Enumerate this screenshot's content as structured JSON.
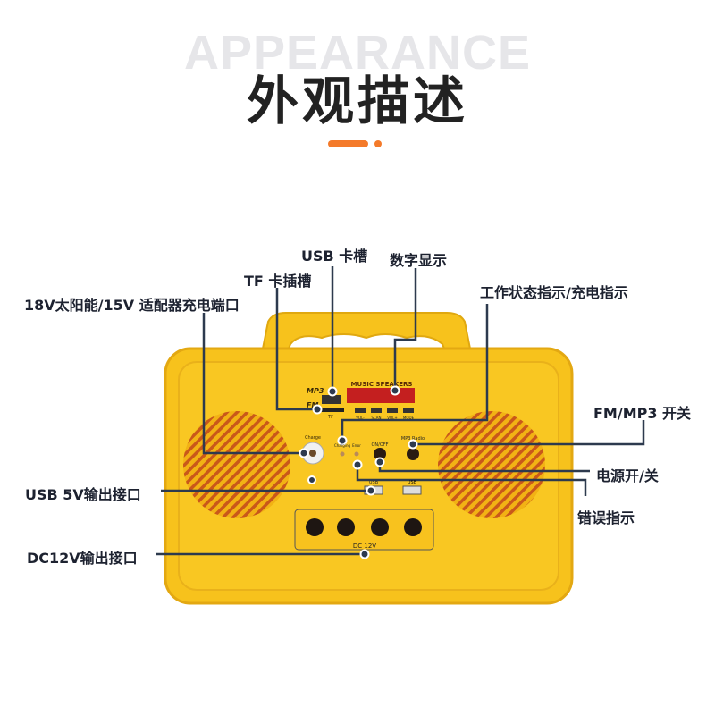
{
  "header": {
    "background_word": "APPEARANCE",
    "title": "外观描述"
  },
  "colors": {
    "accent": "#f47a2a",
    "body": "#f7c21c",
    "callout": "#2d3a4e"
  },
  "device": {
    "panel_text": "MUSIC SPEAKERS",
    "mp3_label": "MP3",
    "fm_label": "FM",
    "tf_label": "TF",
    "charge_label": "Charge",
    "onoff_label": "ON/OFF",
    "mp3_radio_label": "MP3 Radio",
    "error_label": "Error",
    "charging_label": "Charging",
    "usb_label": "USB",
    "dc_label": "DC 12V",
    "buttons": [
      "VOL-",
      "SCAN",
      "VOL+",
      "MODE"
    ]
  },
  "callouts": {
    "usb_slot": "USB 卡槽",
    "digital_display": "数字显示",
    "tf_slot": "TF 卡插槽",
    "charge_port": "18V太阳能/15V 适配器充电端口",
    "status_indicator": "工作状态指示/充电指示",
    "fm_mp3_switch": "FM/MP3 开关",
    "power_switch": "电源开/关",
    "error_indicator": "错误指示",
    "usb_output": "USB 5V输出接口",
    "dc_output": "DC12V输出接口"
  }
}
